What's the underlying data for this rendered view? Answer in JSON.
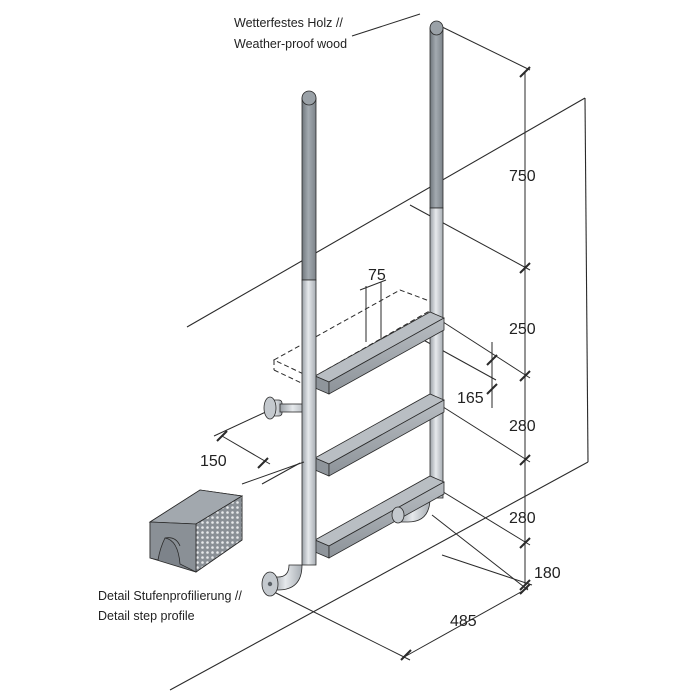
{
  "labels": {
    "wood_de": "Wetterfestes Holz //",
    "wood_en": "Weather-proof wood",
    "step_de": "Detail Stufenprofilierung //",
    "step_en": "Detail step profile"
  },
  "dimensions": {
    "d750": "750",
    "d250": "250",
    "d280a": "280",
    "d280b": "280",
    "d180": "180",
    "d165": "165",
    "d75": "75",
    "d150": "150",
    "d485": "485"
  },
  "colors": {
    "line": "#2a2a2a",
    "wood": "#8f969c",
    "steel": "#c8ccd0",
    "step": "#a5abb1"
  }
}
